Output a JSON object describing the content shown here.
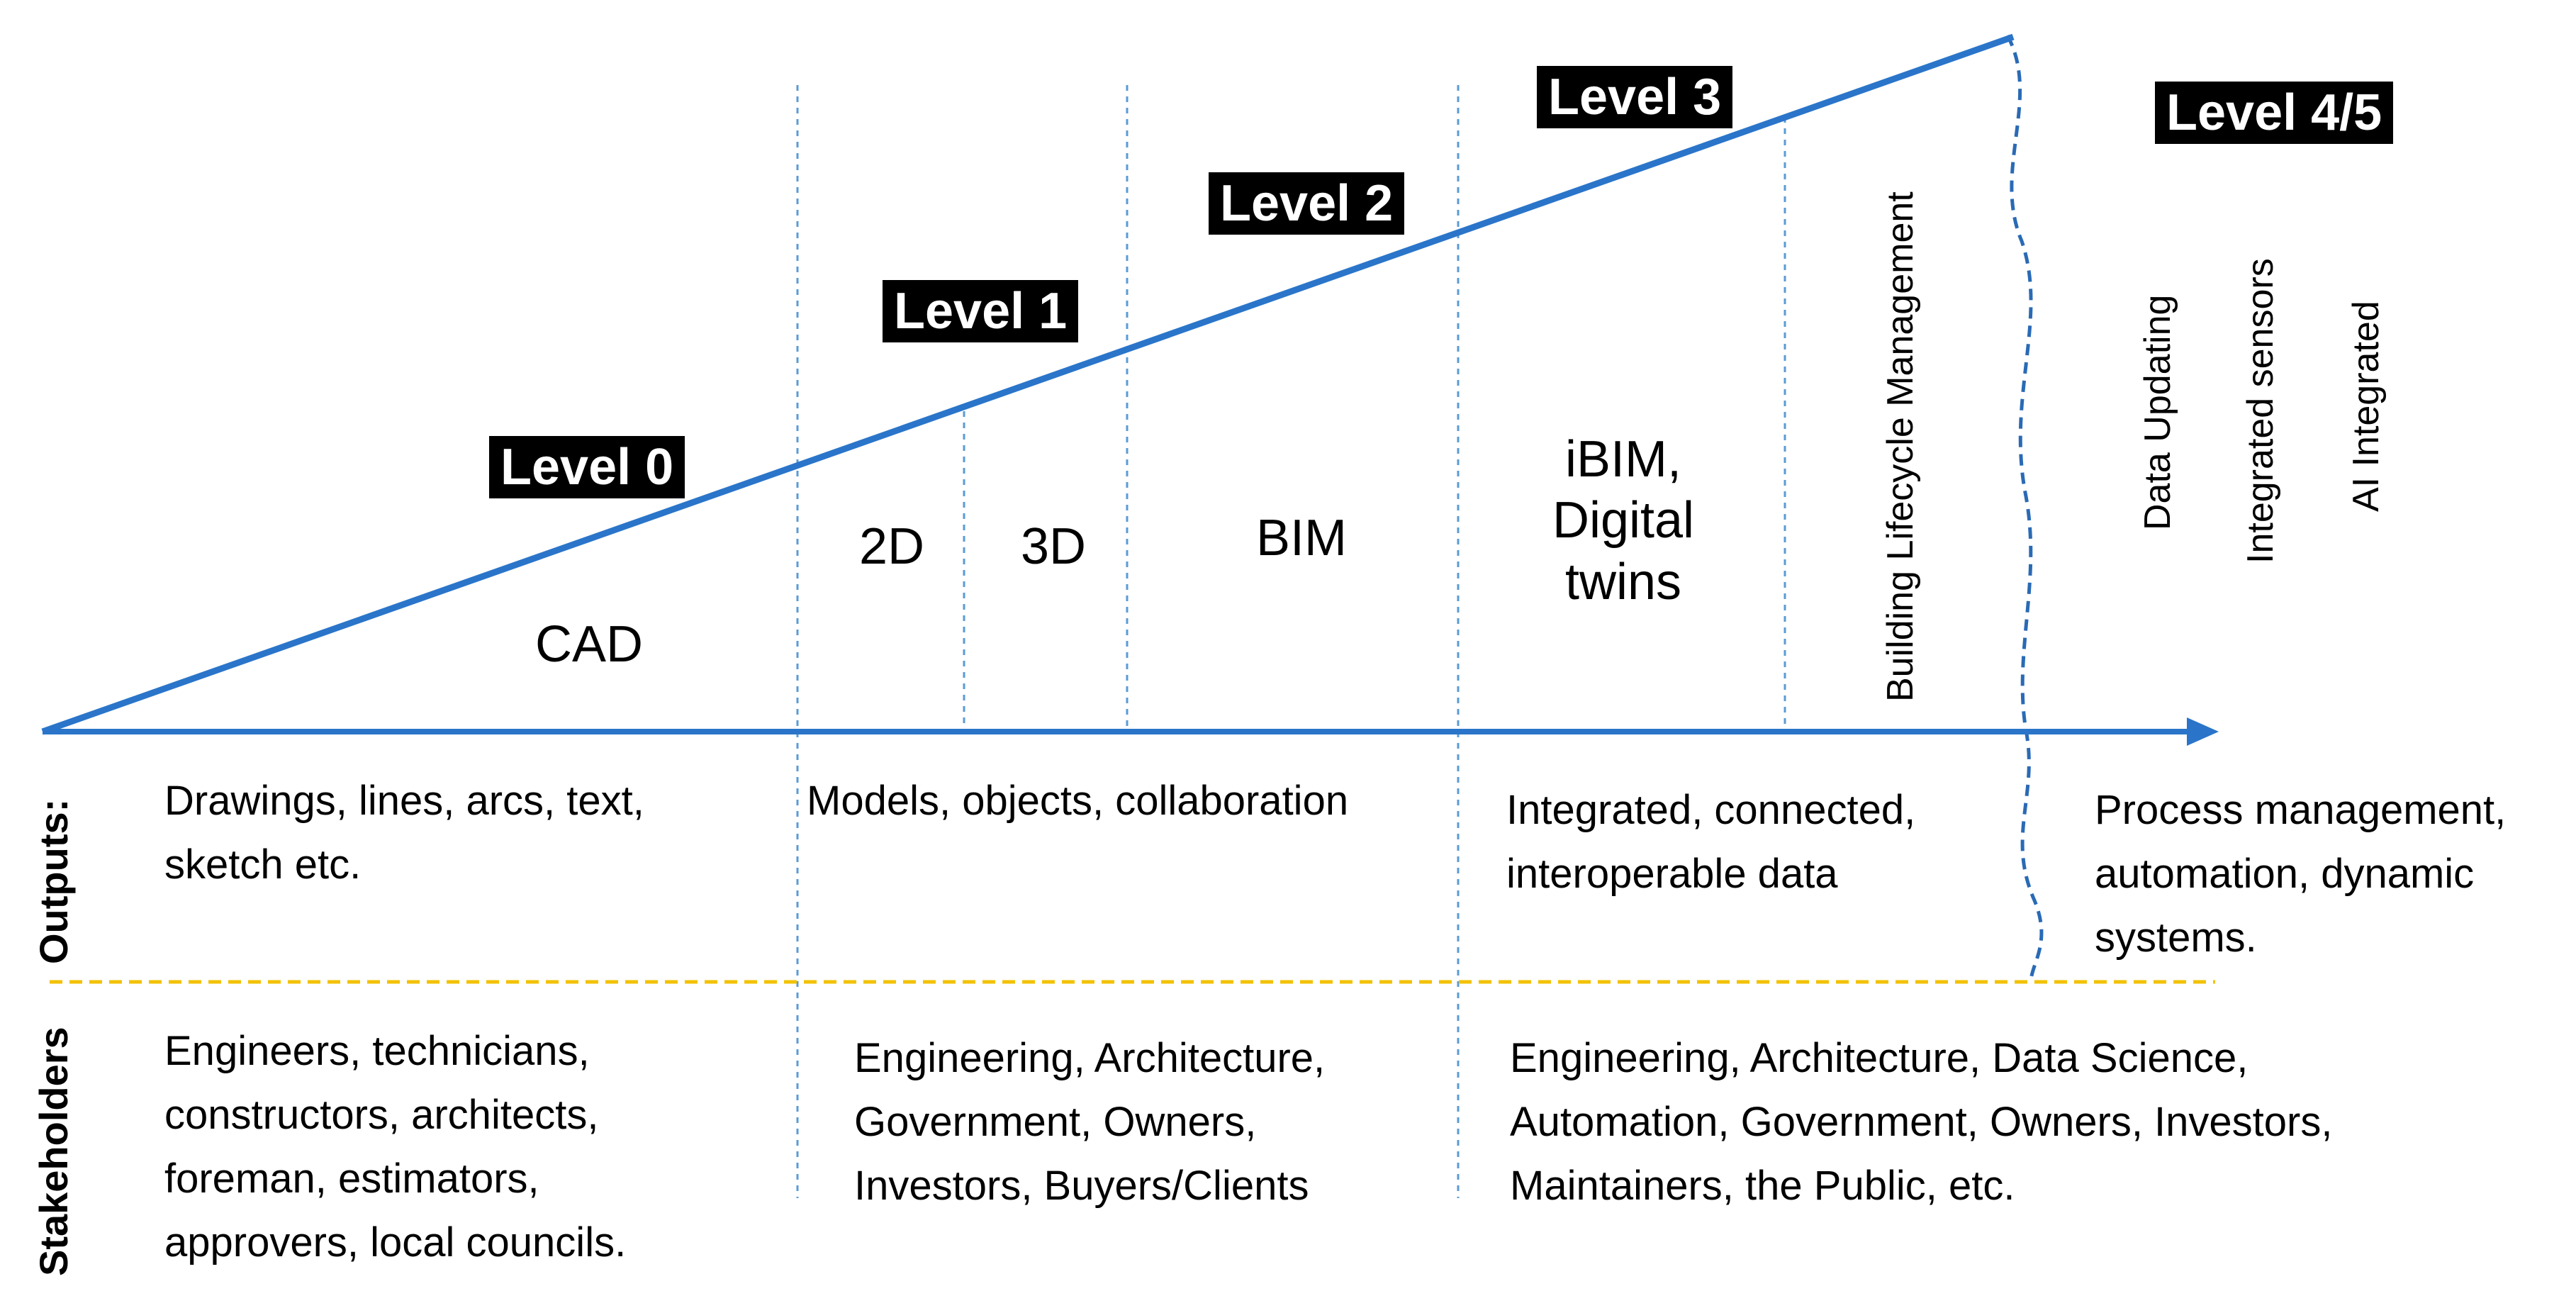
{
  "levels": {
    "l0": "Level 0",
    "l1": "Level 1",
    "l2": "Level 2",
    "l3": "Level 3",
    "l45": "Level 4/5"
  },
  "stages": {
    "cad": "CAD",
    "d2": "2D",
    "d3": "3D",
    "bim": "BIM",
    "ibim": [
      "iBIM,",
      "Digital",
      "twins"
    ],
    "blm": "Building Lifecycle Management",
    "level45_items": [
      "Data Updating",
      "Integrated sensors",
      "AI Integrated"
    ]
  },
  "rows": {
    "outputs_label": "Outputs:",
    "stakeholders_label": "Stakeholders"
  },
  "outputs": {
    "level0": [
      "Drawings, lines, arcs, text,",
      "sketch etc."
    ],
    "level12": [
      "Models, objects, collaboration"
    ],
    "level3": [
      "Integrated, connected,",
      "interoperable data"
    ],
    "level45": [
      "Process management,",
      "automation, dynamic",
      "systems."
    ]
  },
  "stakeholders": {
    "level0": [
      "Engineers, technicians,",
      "constructors, architects,",
      "foreman, estimators,",
      "approvers, local councils."
    ],
    "level12": [
      "Engineering, Architecture,",
      "Government, Owners,",
      "Investors, Buyers/Clients"
    ],
    "level3": [
      "Engineering, Architecture, Data Science,",
      "Automation, Government, Owners, Investors,",
      "Maintainers, the Public, etc."
    ]
  },
  "colors": {
    "line": "#2a75c9",
    "dashed_divider": "#5b9bd5",
    "separator": "#f2c200",
    "label_bg": "#000000"
  }
}
